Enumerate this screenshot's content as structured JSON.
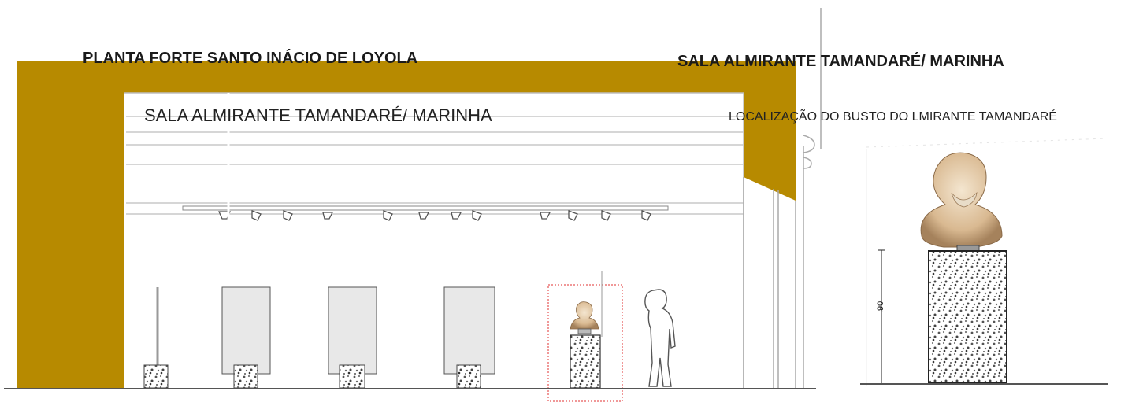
{
  "labels": {
    "plan_title": "PLANTA FORTE SANTO INÁCIO DE LOYOLA",
    "room_title_right": "SALA ALMIRANTE TAMANDARÉ/ MARINHA",
    "room_title_inner": "SALA ALMIRANTE TAMANDARÉ/ MARINHA",
    "bust_location": "LOCALIZAÇÃO DO BUSTO DO LMIRANTE TAMANDARÉ",
    "height_dim": ".90"
  },
  "colors": {
    "wall": "#b78a00",
    "line": "#bfbfbf",
    "panel": "#e8e8e8",
    "highlight": "#e03030"
  },
  "icons": [
    "spotlight-icon",
    "bust-statue-icon",
    "human-silhouette-icon",
    "stone-pedestal-icon"
  ]
}
